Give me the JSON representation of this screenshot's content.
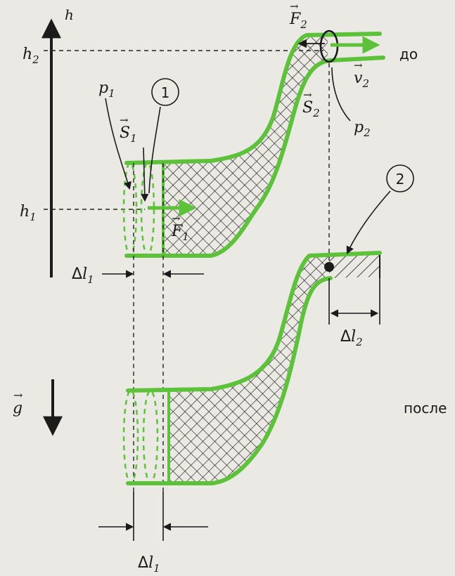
{
  "labels": {
    "h_axis": "h",
    "h1_base": "h",
    "h1_sub": "1",
    "h2_base": "h",
    "h2_sub": "2",
    "g": "g",
    "p1_base": "p",
    "p1_sub": "1",
    "p2_base": "p",
    "p2_sub": "2",
    "S1_base": "S",
    "S1_sub": "1",
    "S2_base": "S",
    "S2_sub": "2",
    "F1_base": "F",
    "F1_sub": "1",
    "F2_base": "F",
    "F2_sub": "2",
    "v2_base": "v",
    "v2_sub": "2",
    "dl1_top_delta": "Δ",
    "dl1_top_base": "l",
    "dl1_top_sub": "1",
    "dl1_bottom_delta": "Δ",
    "dl1_bottom_base": "l",
    "dl1_bottom_sub": "1",
    "dl2_delta": "Δ",
    "dl2_base": "l",
    "dl2_sub": "2",
    "circle1": "1",
    "circle2": "2",
    "before": "до",
    "after": "после",
    "vec_arrow": "→"
  },
  "colors": {
    "wall": "#5cc23a",
    "ink": "#1b1b1b",
    "paper": "#ebe9e3"
  }
}
